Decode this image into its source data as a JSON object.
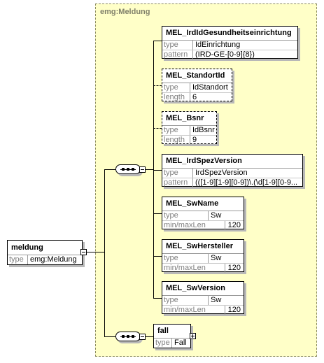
{
  "container": {
    "title": "emg:Meldung"
  },
  "root": {
    "name": "meldung",
    "rows": [
      {
        "k": "type",
        "v": "emg:Meldung"
      }
    ]
  },
  "elements": [
    {
      "name": "MEL_IrdIdGesundheitseinrichtung",
      "optional": false,
      "rows": [
        {
          "k": "type",
          "v": "IdEinrichtung"
        },
        {
          "k": "pattern",
          "v": "(IRD-GE-[0-9]{8})"
        }
      ]
    },
    {
      "name": "MEL_StandortId",
      "optional": true,
      "rows": [
        {
          "k": "type",
          "v": "IdStandort"
        },
        {
          "k": "length",
          "v": "6"
        }
      ]
    },
    {
      "name": "MEL_Bsnr",
      "optional": true,
      "rows": [
        {
          "k": "type",
          "v": "IdBsnr"
        },
        {
          "k": "length",
          "v": "9"
        }
      ]
    },
    {
      "name": "MEL_IrdSpezVersion",
      "optional": false,
      "rows": [
        {
          "k": "type",
          "v": "IrdSpezVersion"
        },
        {
          "k": "pattern",
          "v": "(([1-9][1-9][0-9])\\.(\\d[1-9][0-9..."
        }
      ]
    },
    {
      "name": "MEL_SwName",
      "optional": false,
      "rows": [
        {
          "k": "type",
          "v": "Sw"
        },
        {
          "k": "min/maxLen",
          "v": "120"
        }
      ]
    },
    {
      "name": "MEL_SwHersteller",
      "optional": false,
      "rows": [
        {
          "k": "type",
          "v": "Sw"
        },
        {
          "k": "min/maxLen",
          "v": "120"
        }
      ]
    },
    {
      "name": "MEL_SwVersion",
      "optional": false,
      "rows": [
        {
          "k": "type",
          "v": "Sw"
        },
        {
          "k": "min/maxLen",
          "v": "120"
        }
      ]
    }
  ],
  "fall": {
    "name": "fall",
    "rows": [
      {
        "k": "type",
        "v": "Fall"
      }
    ]
  }
}
